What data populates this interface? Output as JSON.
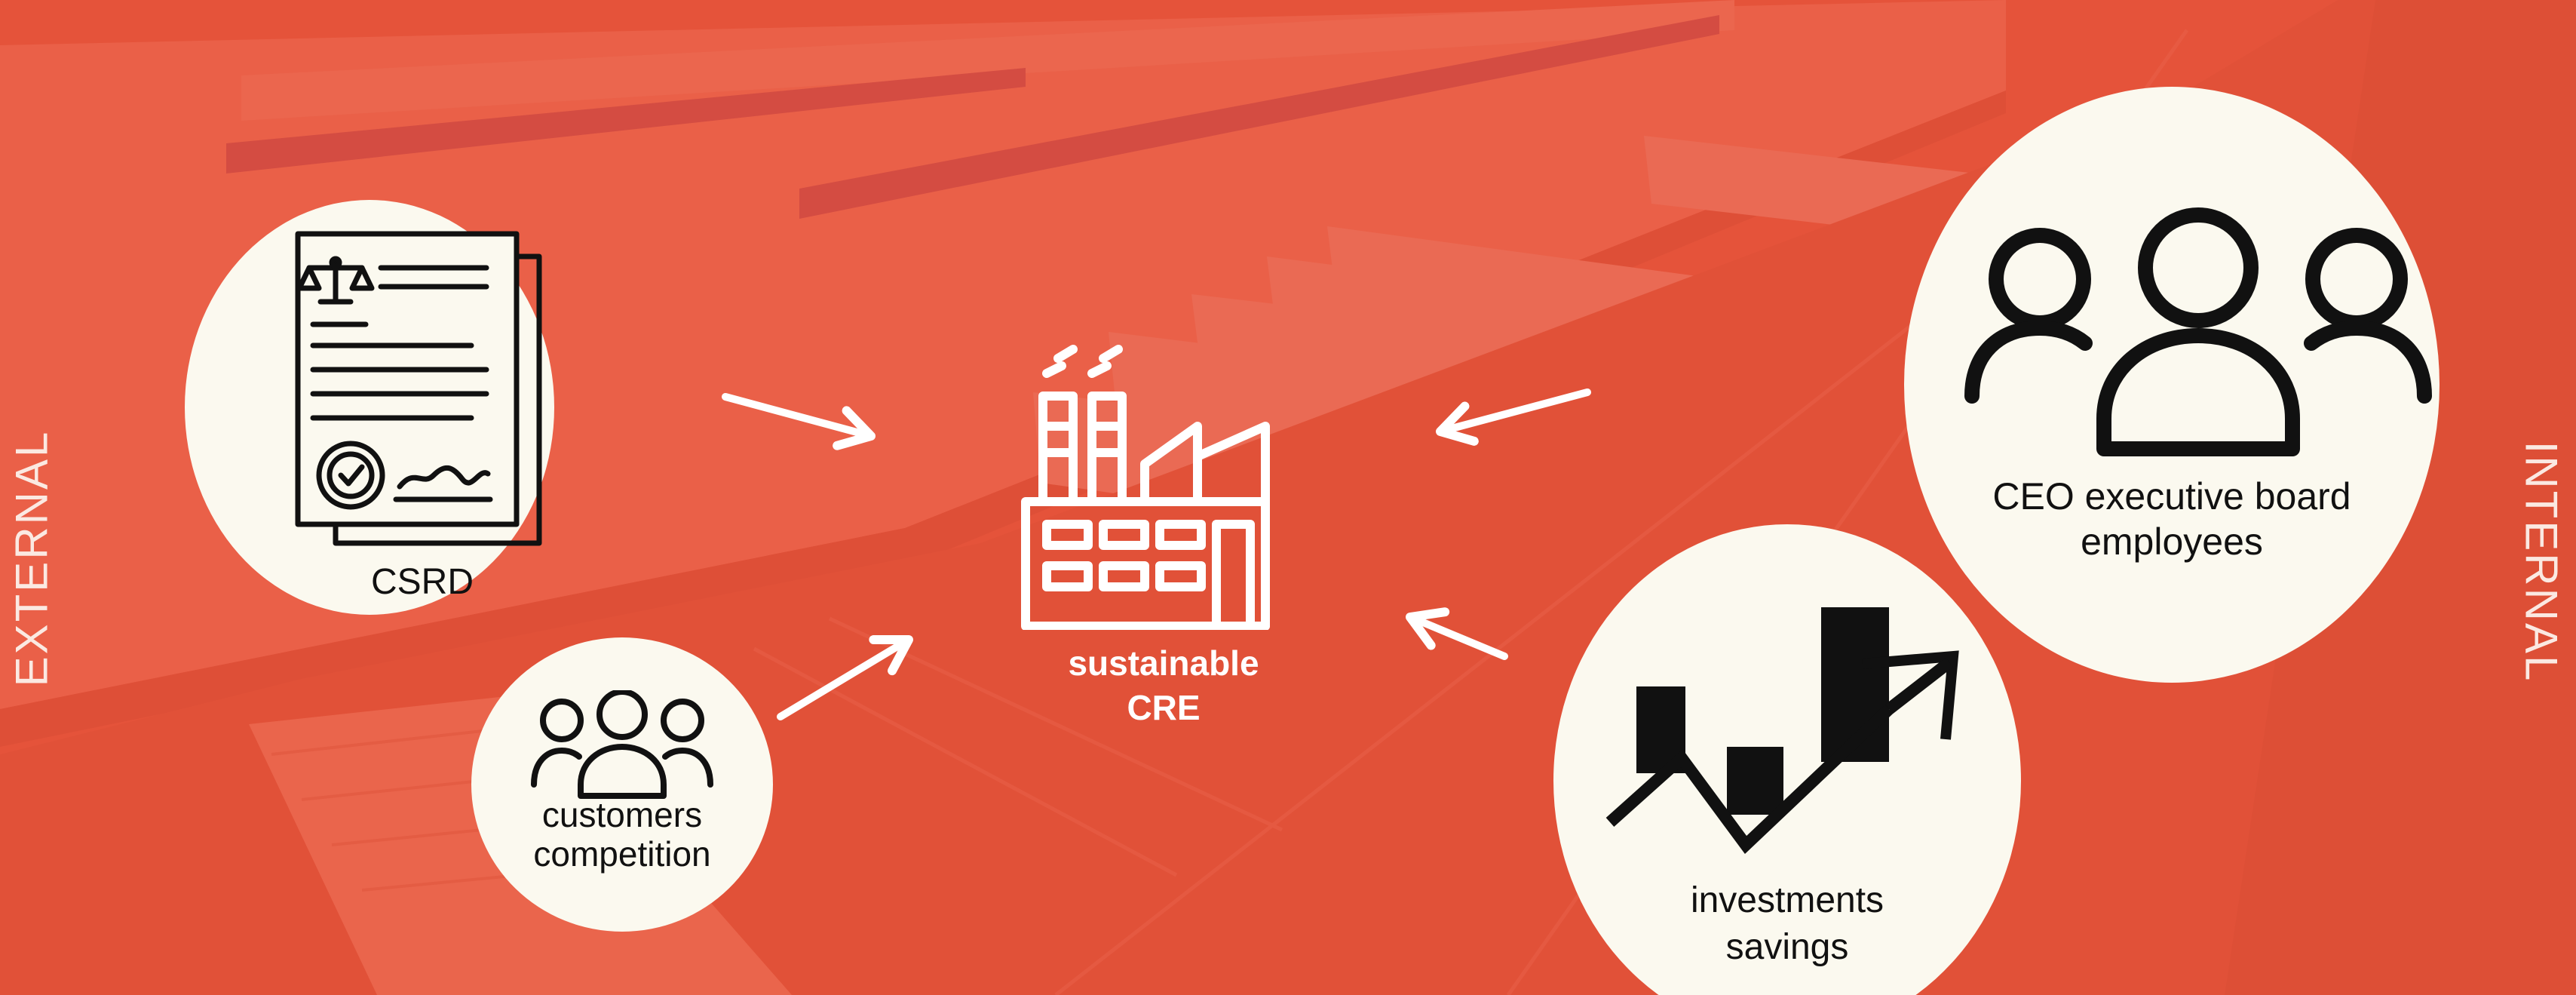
{
  "side_labels": {
    "left": "EXTERNAL",
    "right": "INTERNAL"
  },
  "center": {
    "line1": "sustainable",
    "line2": "CRE"
  },
  "nodes": {
    "csrd": "CSRD",
    "customers": {
      "line1": "customers",
      "line2": "competition"
    },
    "ceo": {
      "line1": "CEO executive board",
      "line2": "employees"
    },
    "investments": {
      "line1": "investments",
      "line2": "savings"
    }
  },
  "icons": {
    "csrd": "legal-document-icon",
    "customers": "people-group-icon",
    "ceo": "people-group-icon",
    "investments": "bar-chart-trend-icon",
    "center": "factory-icon"
  },
  "colors": {
    "overlay": "#e8533a",
    "circle": "#fbf9ef",
    "arrow": "#ffffff",
    "text_dark": "#111111"
  }
}
